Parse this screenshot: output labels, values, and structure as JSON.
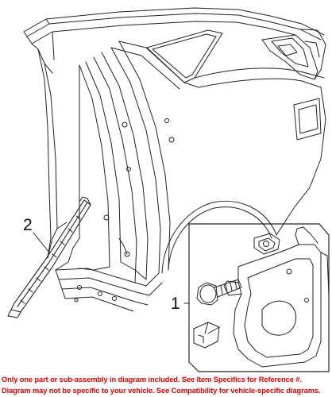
{
  "callouts": {
    "part_1": "1",
    "part_2": "2"
  },
  "disclaimer": {
    "line_1": "Only one part or sub-assembly in diagram included. See Item Specifics for Reference #.",
    "line_2": "Diagram may not be specific to your vehicle. See Compatibility for vehicle-specific diagrams."
  },
  "colors": {
    "line_art": "#222222",
    "disclaimer_text": "#d40000",
    "background": "#ffffff"
  }
}
